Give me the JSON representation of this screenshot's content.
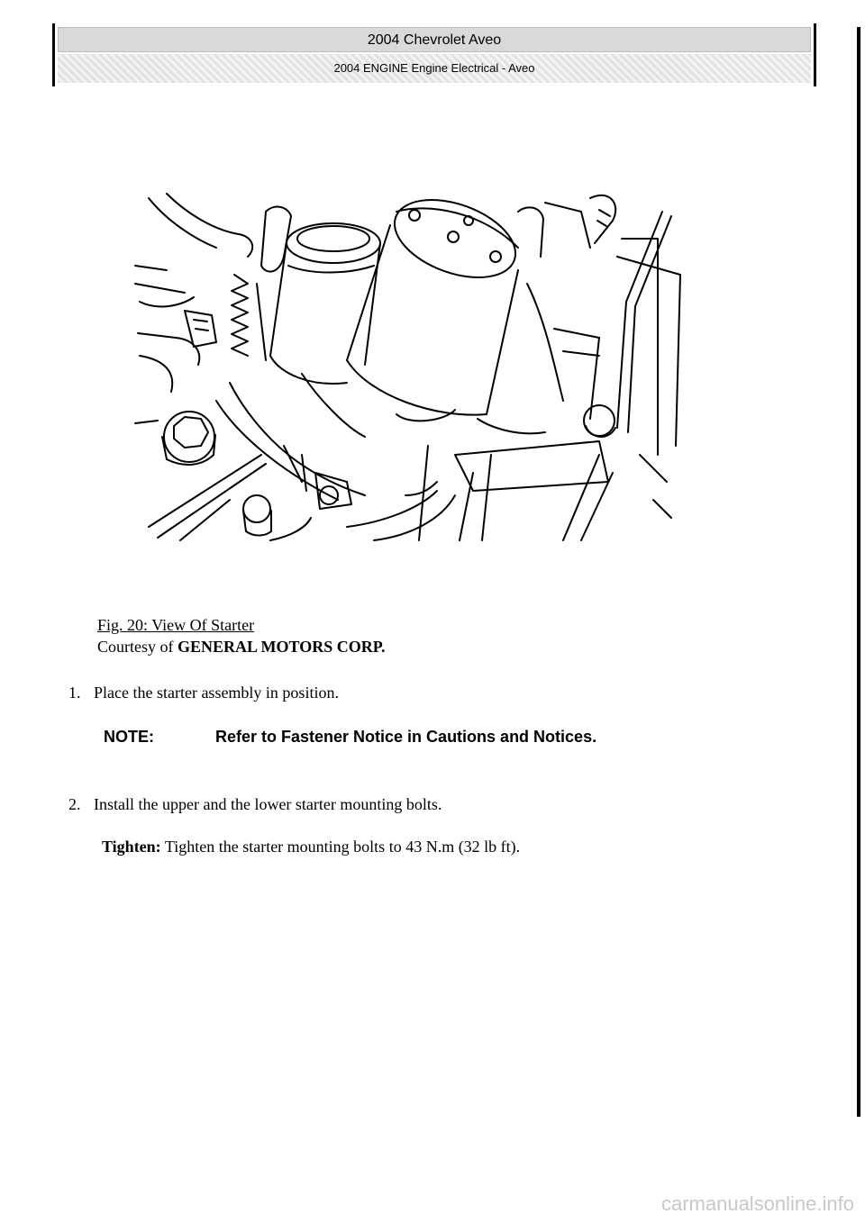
{
  "header": {
    "title": "2004 Chevrolet Aveo",
    "subtitle": "2004 ENGINE Engine Electrical - Aveo"
  },
  "figure": {
    "caption_title": "Fig. 20: View Of Starter",
    "caption_credit_prefix": "Courtesy of ",
    "caption_credit_org": "GENERAL MOTORS CORP."
  },
  "steps": [
    {
      "number": "1.",
      "text": "Place the starter assembly in position."
    },
    {
      "number": "2.",
      "text": "Install the upper and the lower starter mounting bolts."
    }
  ],
  "note": {
    "label": "NOTE:",
    "text": "Refer to Fastener Notice in Cautions and Notices."
  },
  "tighten": {
    "label": "Tighten:",
    "text": " Tighten the starter mounting bolts to 43 N.m (32 lb ft)."
  },
  "watermark": "carmanualsonline.info"
}
